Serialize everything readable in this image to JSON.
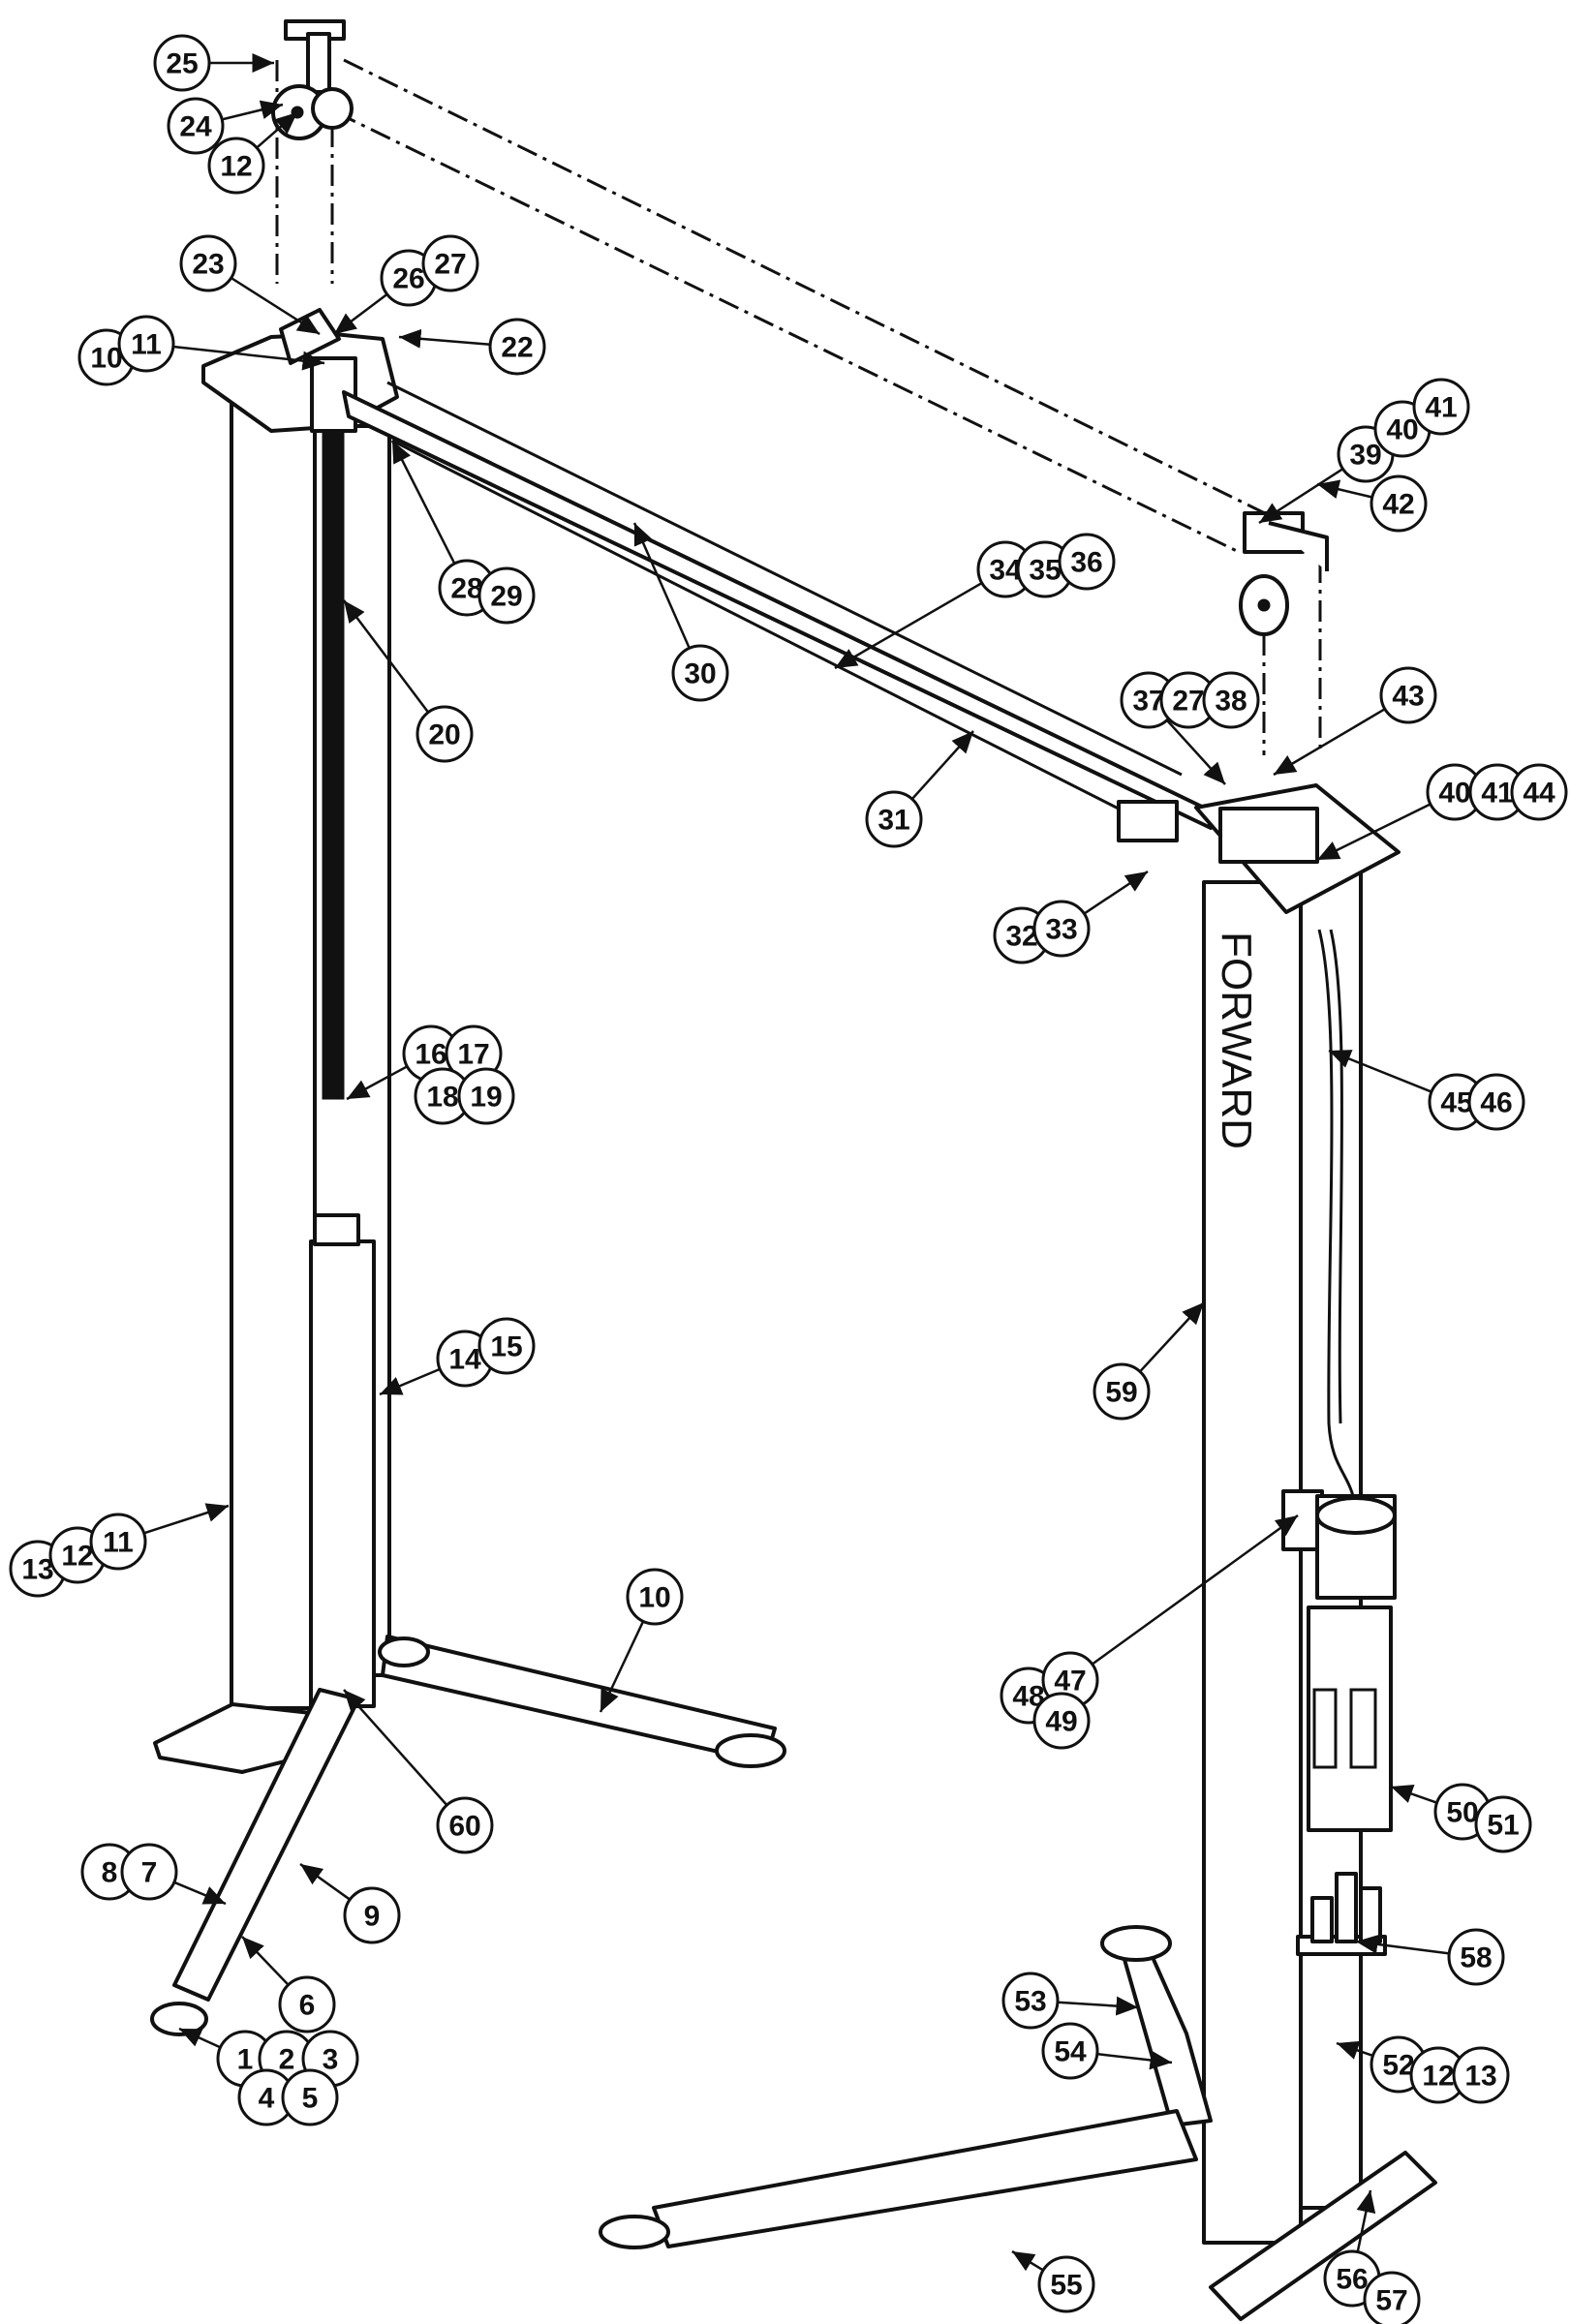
{
  "diagram": {
    "post_label": "FORWARD",
    "callouts": [
      "25",
      "24",
      "12",
      "23",
      "26",
      "27",
      "22",
      "10",
      "11",
      "28",
      "29",
      "30",
      "20",
      "34",
      "35",
      "36",
      "39",
      "40",
      "41",
      "42",
      "37",
      "27",
      "38",
      "43",
      "40",
      "41",
      "44",
      "31",
      "32",
      "33",
      "45",
      "46",
      "16",
      "17",
      "18",
      "19",
      "14",
      "15",
      "59",
      "13",
      "12",
      "11",
      "10",
      "48",
      "47",
      "49",
      "60",
      "50",
      "51",
      "8",
      "7",
      "9",
      "58",
      "6",
      "53",
      "54",
      "1",
      "2",
      "3",
      "4",
      "5",
      "52",
      "12",
      "13",
      "55",
      "56",
      "57"
    ]
  }
}
